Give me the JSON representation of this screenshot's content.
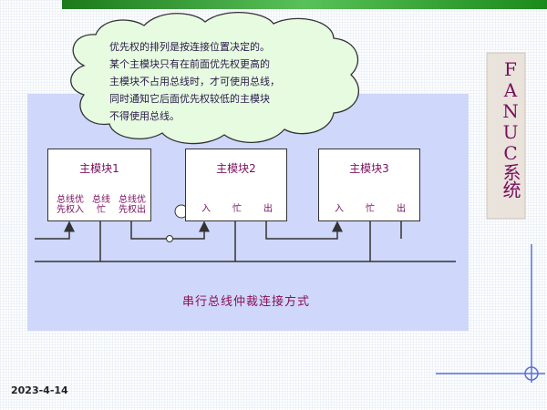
{
  "slide": {
    "brand": "FANUC系统",
    "date": "2023-4-14",
    "footer_title": "串行总线仲裁连接方式"
  },
  "callout": {
    "lines": [
      "优先权的排列是按连接位置决定的。",
      "某个主模块只有在前面优先权更高的",
      "主模块不占用总线时，才可使用总线，",
      "同时通知它后面优先权较低的主模块",
      "不得使用总线。"
    ]
  },
  "modules": [
    {
      "title": "主模块1",
      "ports": [
        "总线优\n先权入",
        "总线\n忙",
        "总线优\n先权出"
      ]
    },
    {
      "title": "主模块2",
      "ports": [
        "入",
        "忙",
        "出"
      ]
    },
    {
      "title": "主模块3",
      "ports": [
        "入",
        "忙",
        "出"
      ]
    }
  ],
  "colors": {
    "panel": "#cfd7fb",
    "text_accent": "#7a0f5e",
    "top_bar": "#3aa43a",
    "cloud_fill": "#e6fbe0"
  }
}
